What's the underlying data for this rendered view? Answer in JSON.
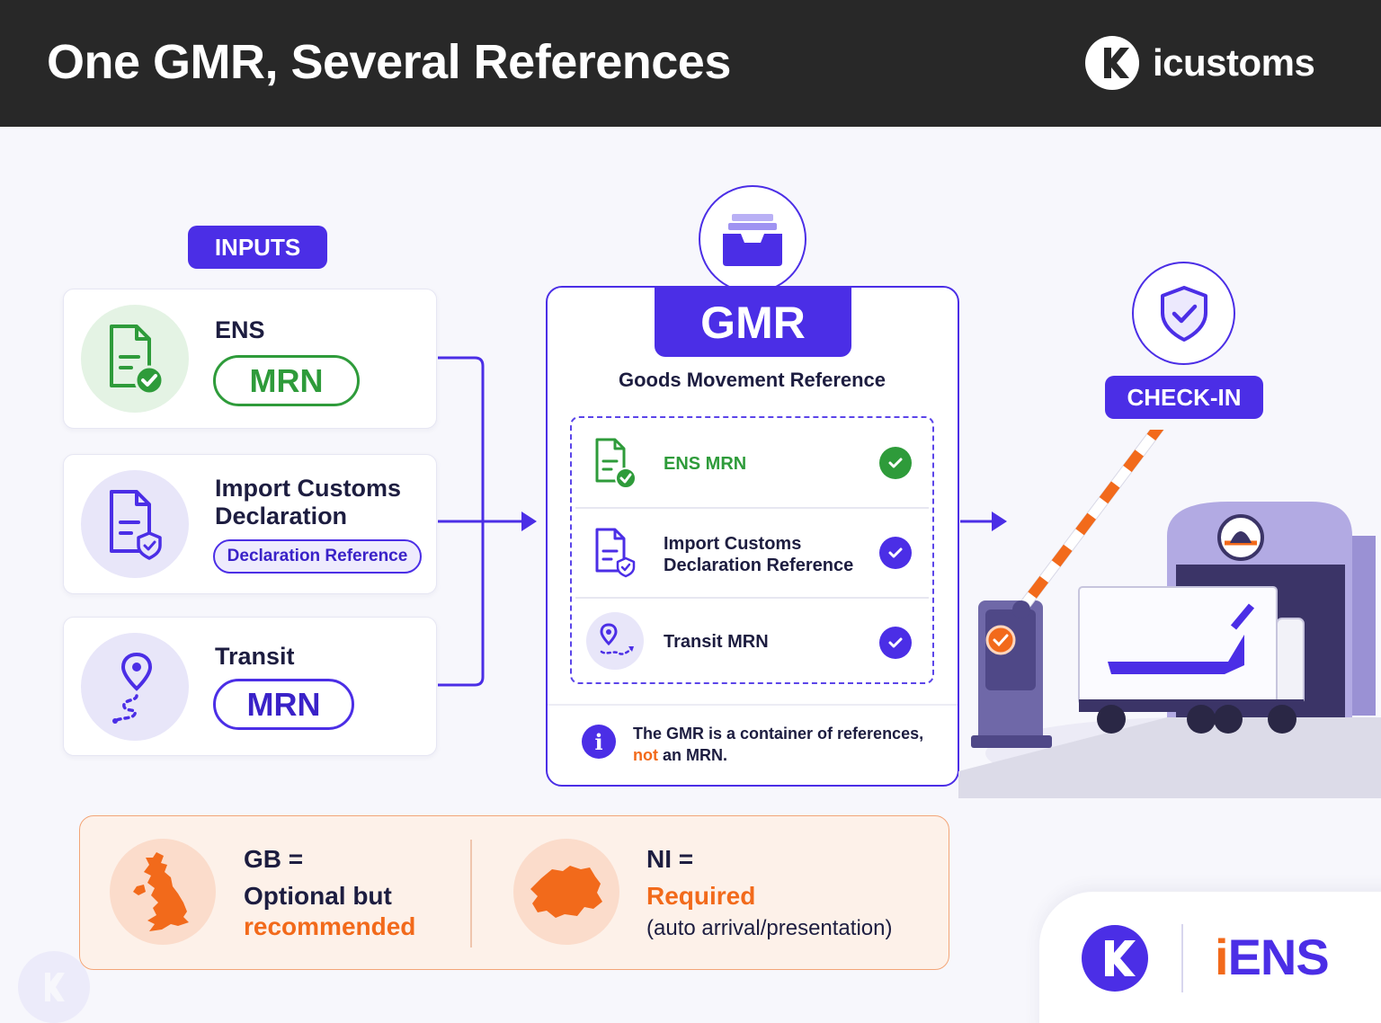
{
  "header": {
    "title": "One GMR, Several References",
    "brand": "icustoms"
  },
  "inputs": {
    "label": "INPUTS",
    "cards": [
      {
        "title": "ENS",
        "badge": "MRN"
      },
      {
        "title_line1": "Import Customs",
        "title_line2": "Declaration",
        "badge": "Declaration Reference"
      },
      {
        "title": "Transit",
        "badge": "MRN"
      }
    ]
  },
  "gmr": {
    "title": "GMR",
    "subtitle": "Goods Movement Reference",
    "references": [
      {
        "label": "ENS MRN"
      },
      {
        "label_line1": "Import Customs",
        "label_line2": "Declaration Reference"
      },
      {
        "label": "Transit MRN"
      }
    ],
    "note_part1": "The GMR is a container of references,",
    "note_highlight": "not",
    "note_part2": " an MRN."
  },
  "checkin": {
    "label": "CHECK-IN"
  },
  "regions": {
    "gb": {
      "head": "GB =",
      "line1": "Optional but",
      "line2": "recommended"
    },
    "ni": {
      "head": "NI =",
      "line1": "Required",
      "line2": "(auto arrival/presentation)"
    }
  },
  "product": {
    "name": "iENS"
  },
  "colors": {
    "accent": "#4b2ee6",
    "green": "#2e9b3a",
    "orange": "#f26a1b",
    "header_bg": "#282828"
  }
}
